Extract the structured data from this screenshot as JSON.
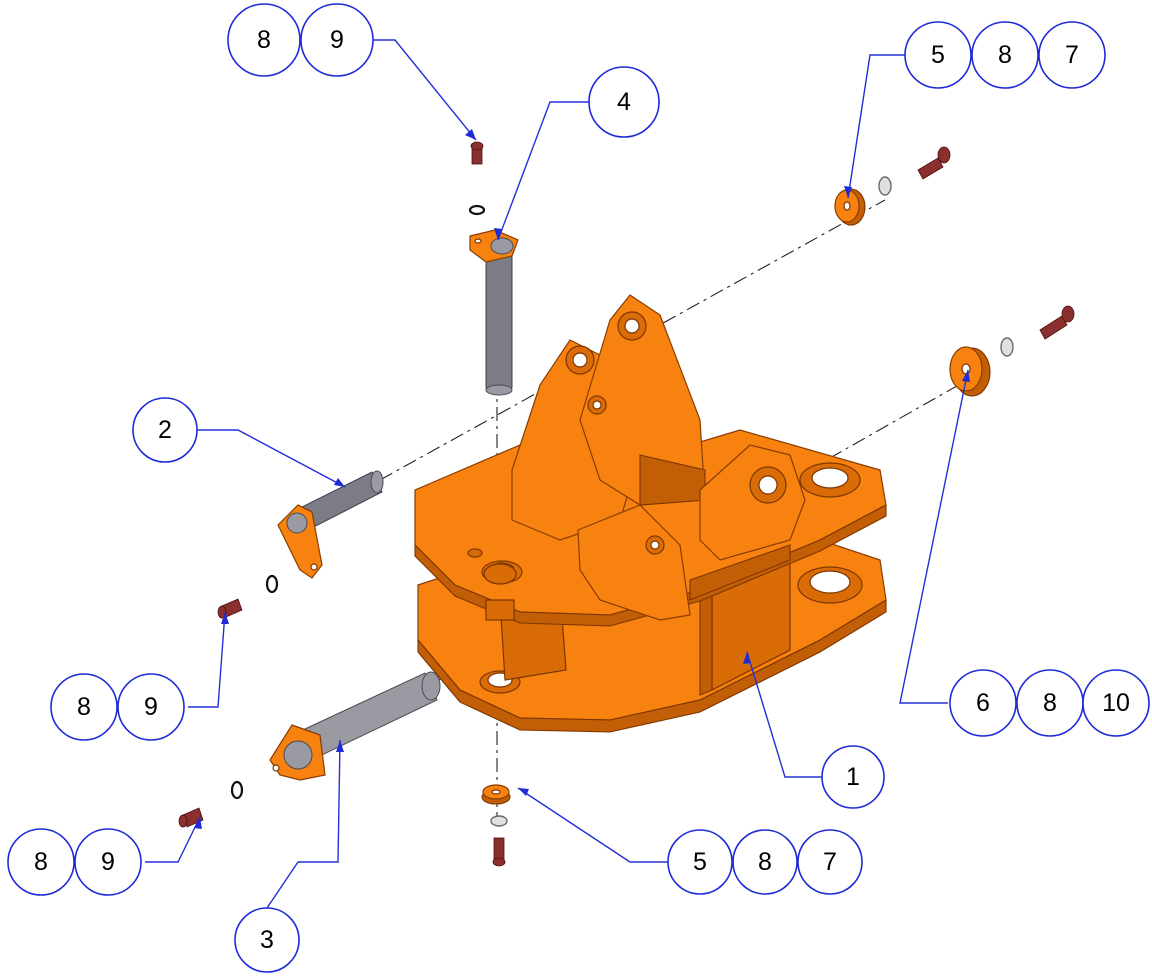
{
  "diagram": {
    "accent_color": "#1f2bd6",
    "part_color": "#f7820f",
    "balloon_groups": [
      {
        "id": "top-left",
        "labels": [
          "8",
          "9"
        ]
      },
      {
        "id": "pin-4",
        "labels": [
          "4"
        ]
      },
      {
        "id": "top-right",
        "labels": [
          "5",
          "8",
          "7"
        ]
      },
      {
        "id": "pin-2",
        "labels": [
          "2"
        ]
      },
      {
        "id": "mid-left",
        "labels": [
          "8",
          "9"
        ]
      },
      {
        "id": "right",
        "labels": [
          "6",
          "8",
          "10"
        ]
      },
      {
        "id": "body-1",
        "labels": [
          "1"
        ]
      },
      {
        "id": "bottom-left",
        "labels": [
          "8",
          "9"
        ]
      },
      {
        "id": "pin-3",
        "labels": [
          "3"
        ]
      },
      {
        "id": "bottom-center",
        "labels": [
          "5",
          "8",
          "7"
        ]
      }
    ]
  }
}
